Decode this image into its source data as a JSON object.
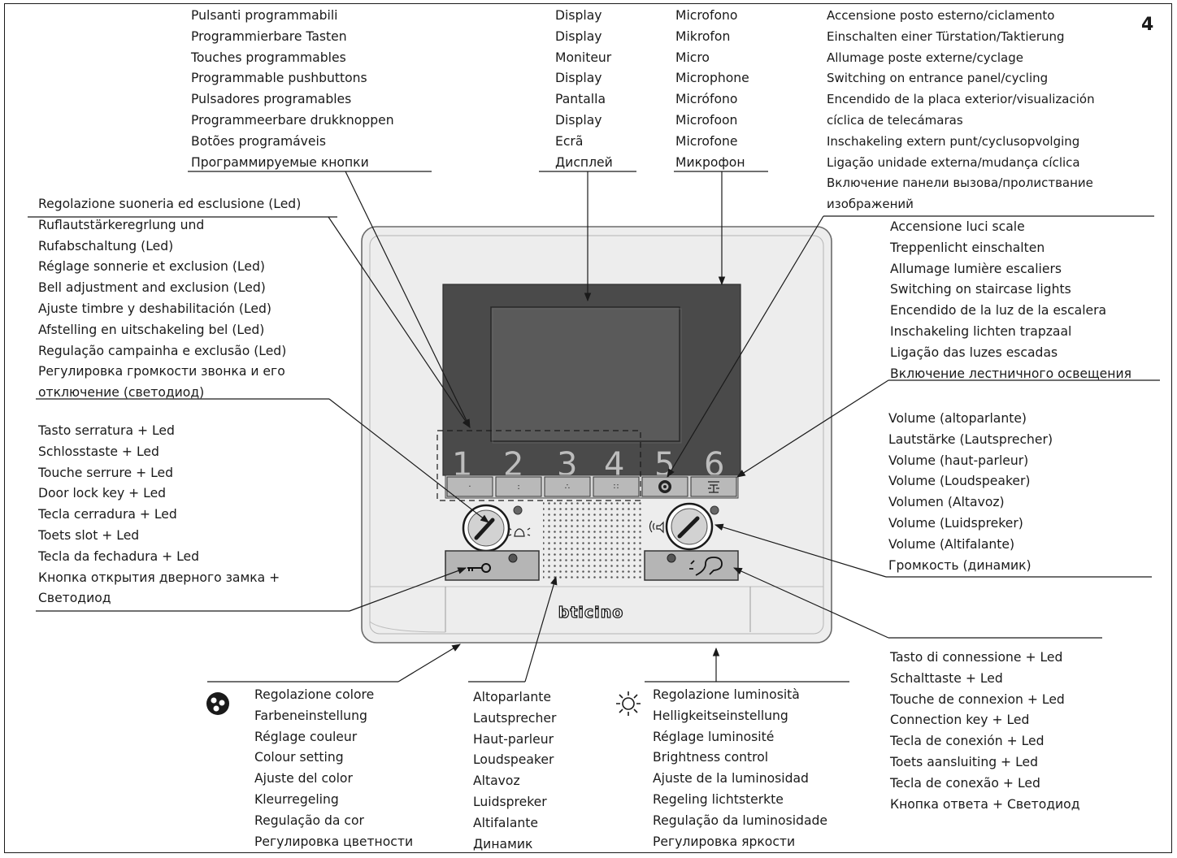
{
  "figure_number": "4",
  "brand": "bticino",
  "device": {
    "key_numbers": [
      "1",
      "2",
      "3",
      "4",
      "5",
      "6"
    ],
    "key_marks": [
      "·",
      ":",
      "∴",
      "∷"
    ]
  },
  "labels": {
    "programmable_buttons": [
      "Pulsanti programmabili",
      "Programmierbare Tasten",
      "Touches programmables",
      "Programmable pushbuttons",
      "Pulsadores programables",
      "Programmeerbare drukknoppen",
      "Botões programáveis",
      "Программируемые кнопки"
    ],
    "display": [
      "Display",
      "Display",
      "Moniteur",
      "Display",
      "Pantalla",
      "Display",
      "Ecrã",
      "Дисплей"
    ],
    "microphone": [
      "Microfono",
      "Mikrofon",
      "Micro",
      "Microphone",
      "Micrófono",
      "Microfoon",
      "Microfone",
      "Микрофон"
    ],
    "entrance_panel": [
      "Accensione posto esterno/ciclamento",
      "Einschalten einer Türstation/Taktierung",
      "Allumage poste externe/cyclage",
      "Switching on entrance panel/cycling",
      "Encendido de la placa exterior/visualización",
      "cíclica de telecámaras",
      "Inschakeling extern punt/cyclusopvolging",
      "Ligação unidade externa/mudança cíclica",
      "Включение панели вызова/пролиствание",
      "изображений"
    ],
    "bell_adjustment": [
      "Regolazione suoneria ed esclusione (Led)",
      "Ruflautstärkeregrlung und",
      "Rufabschaltung (Led)",
      "Réglage sonnerie et exclusion (Led)",
      "Bell adjustment and exclusion (Led)",
      "Ajuste timbre y deshabilitación (Led)",
      "Afstelling en uitschakeling bel (Led)",
      "Regulação campainha e exclusão (Led)",
      "Регулировка громкости звонка и его",
      "отключение (светодиод)"
    ],
    "staircase_lights": [
      "Accensione luci scale",
      "Treppenlicht einschalten",
      "Allumage lumière escaliers",
      "Switching on staircase lights",
      "Encendido de la luz de la escalera",
      "Inschakeling lichten trapzaal",
      "Ligação das luzes escadas",
      "Включение лестничного освещения"
    ],
    "door_lock": [
      "Tasto serratura + Led",
      "Schlosstaste + Led",
      "Touche serrure + Led",
      "Door lock key + Led",
      "Tecla cerradura + Led",
      "Toets slot + Led",
      "Tecla da fechadura + Led",
      "Кнопка открытия дверного замка +",
      "Светодиод"
    ],
    "volume": [
      "Volume (altoparlante)",
      "Lautstärke (Lautsprecher)",
      "Volume (haut-parleur)",
      "Volume (Loudspeaker)",
      "Volumen (Altavoz)",
      "Volume (Luidspreker)",
      "Volume (Altifalante)",
      "Громкость (динамик)"
    ],
    "connection_key": [
      "Tasto di connessione + Led",
      "Schalttaste + Led",
      "Touche de connexion + Led",
      "Connection key + Led",
      "Tecla de conexión + Led",
      "Toets aansluiting + Led",
      "Tecla de conexão + Led",
      "Кнопка ответа + Светодиод"
    ],
    "colour_setting": [
      "Regolazione colore",
      "Farbeneinstellung",
      "Réglage couleur",
      "Colour setting",
      "Ajuste del color",
      "Kleurregeling",
      "Regulação da cor",
      "Регулировка цветности"
    ],
    "loudspeaker": [
      "Altoparlante",
      "Lautsprecher",
      "Haut-parleur",
      "Loudspeaker",
      "Altavoz",
      "Luidspreker",
      "Altifalante",
      "Динамик"
    ],
    "brightness": [
      "Regolazione luminosità",
      "Helligkeitseinstellung",
      "Réglage luminosité",
      "Brightness control",
      "Ajuste de la luminosidad",
      "Regeling lichtsterkte",
      "Regulação da luminosidade",
      "Регулировка яркости"
    ]
  }
}
